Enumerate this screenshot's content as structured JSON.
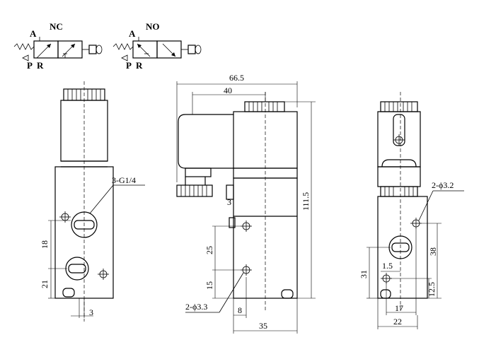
{
  "symbols": {
    "nc": {
      "title": "NC",
      "port_a": "A",
      "port_p": "P",
      "port_r": "R"
    },
    "no": {
      "title": "NO",
      "port_a": "A",
      "port_p": "P",
      "port_r": "R"
    }
  },
  "front_view": {
    "port_callout": "3-G1/4",
    "dim_18": "18",
    "dim_21": "21",
    "dim_3": "3"
  },
  "side_view": {
    "dim_66_5": "66.5",
    "dim_40": "40",
    "dim_111_5": "111.5",
    "dim_3": "3",
    "dim_25": "25",
    "dim_15": "15",
    "hole_callout": "2-ϕ3.3",
    "dim_8": "8",
    "dim_35": "35"
  },
  "end_view": {
    "hole_callout": "2-ϕ3.2",
    "dim_38": "38",
    "dim_1_5": "1.5",
    "dim_31": "31",
    "dim_12_5": "12.5",
    "dim_17": "17",
    "dim_22": "22"
  }
}
